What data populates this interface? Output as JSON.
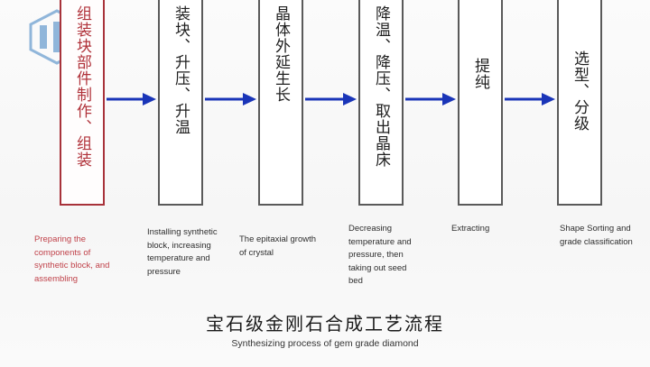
{
  "colors": {
    "arrow": "#1a35b8",
    "first_box_border": "#a8323a",
    "first_text": "#b0323a",
    "box_border": "#5a5a5a",
    "logo": "#3a7fc0"
  },
  "logo": {
    "icon": "company-logo-icon"
  },
  "steps": [
    {
      "label_cn": "组装块部件制作、组装",
      "caption_en": "Preparing the components of synthetic block, and assembling"
    },
    {
      "label_cn": "装块、升压、升温",
      "caption_en": "Installing synthetic block, increasing temperature and pressure"
    },
    {
      "label_cn": "晶体外延生长",
      "caption_en": "The epitaxial growth of crystal"
    },
    {
      "label_cn": "降温、降压、取出晶床",
      "caption_en": "Decreasing temperature and pressure, then taking out seed bed"
    },
    {
      "label_cn": "提纯",
      "caption_en": "Extracting"
    },
    {
      "label_cn": "选型、分级",
      "caption_en": "Shape Sorting and grade classification"
    }
  ],
  "title": {
    "cn": "宝石级金刚石合成工艺流程",
    "en": "Synthesizing process of gem grade diamond"
  }
}
